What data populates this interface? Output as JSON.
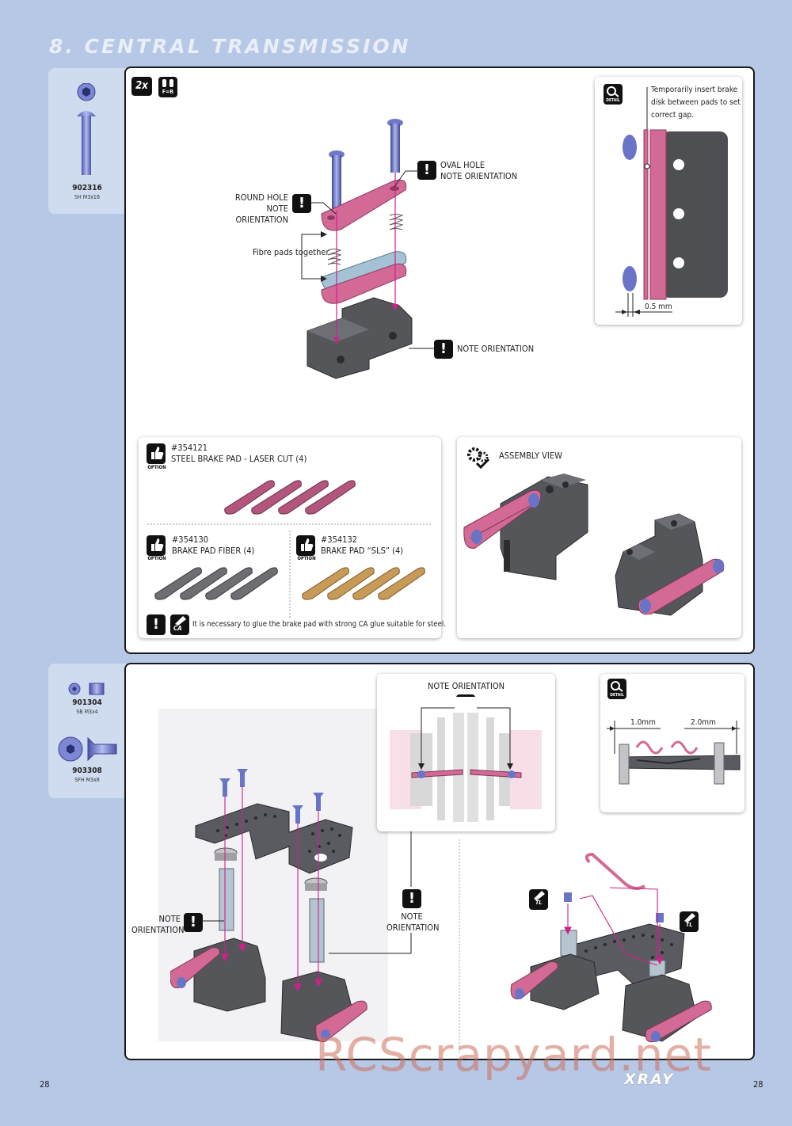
{
  "page": {
    "title": "8. CENTRAL TRANSMISSION",
    "page_left": "28",
    "page_right": "28",
    "logo": "XRAY",
    "watermark": "RCScrapyard.net"
  },
  "parts_top": {
    "part1": {
      "number": "902316",
      "desc": "SH M3x16"
    }
  },
  "parts_bottom": {
    "part1": {
      "number": "901304",
      "desc": "SB M3x4"
    },
    "part2": {
      "number": "903308",
      "desc": "SFH M3x8"
    }
  },
  "step1": {
    "qty_badge": "2x",
    "fr_badge": "F=R",
    "oval_hole_1": "OVAL HOLE",
    "oval_hole_2": "NOTE ORIENTATION",
    "round_hole_1": "ROUND HOLE",
    "round_hole_2": "NOTE ORIENTATION",
    "fibre_pads": "Fibre pads together",
    "note_orientation": "NOTE ORIENTATION",
    "detail": {
      "badge": "DETAIL",
      "note_1": "Temporarily insert brake",
      "note_2": "disk between pads to set",
      "note_3": "correct gap.",
      "gap": "0.5 mm"
    },
    "options": {
      "opt1": {
        "ref": "#354121",
        "name": "STEEL BRAKE PAD - LASER CUT (4)"
      },
      "opt2": {
        "ref": "#354130",
        "name": "BRAKE PAD FIBER (4)"
      },
      "opt3": {
        "ref": "#354132",
        "name": "BRAKE PAD “SLS” (4)"
      },
      "option_label": "OPTION",
      "ca_badge": "CA",
      "glue_note": "It is necessary to glue the brake pad with strong CA glue suitable for steel."
    },
    "assembly": {
      "label": "ASSEMBLY VIEW"
    }
  },
  "step2": {
    "note_orientation_top": "NOTE ORIENTATION",
    "note_left_1": "NOTE",
    "note_left_2": "ORIENTATION",
    "note_mid_1": "NOTE",
    "note_mid_2": "ORIENTATION",
    "detail": {
      "badge": "DETAIL",
      "dim1": "1.0mm",
      "dim2": "2.0mm"
    },
    "tl_badge": "TL"
  },
  "colors": {
    "background": "#b6c8e6",
    "pink": "#d36a95",
    "gray_part": "#55565a",
    "screw_blue": "#7d87d4",
    "magenta_line": "#d0208a",
    "bronze": "#c79a58"
  }
}
